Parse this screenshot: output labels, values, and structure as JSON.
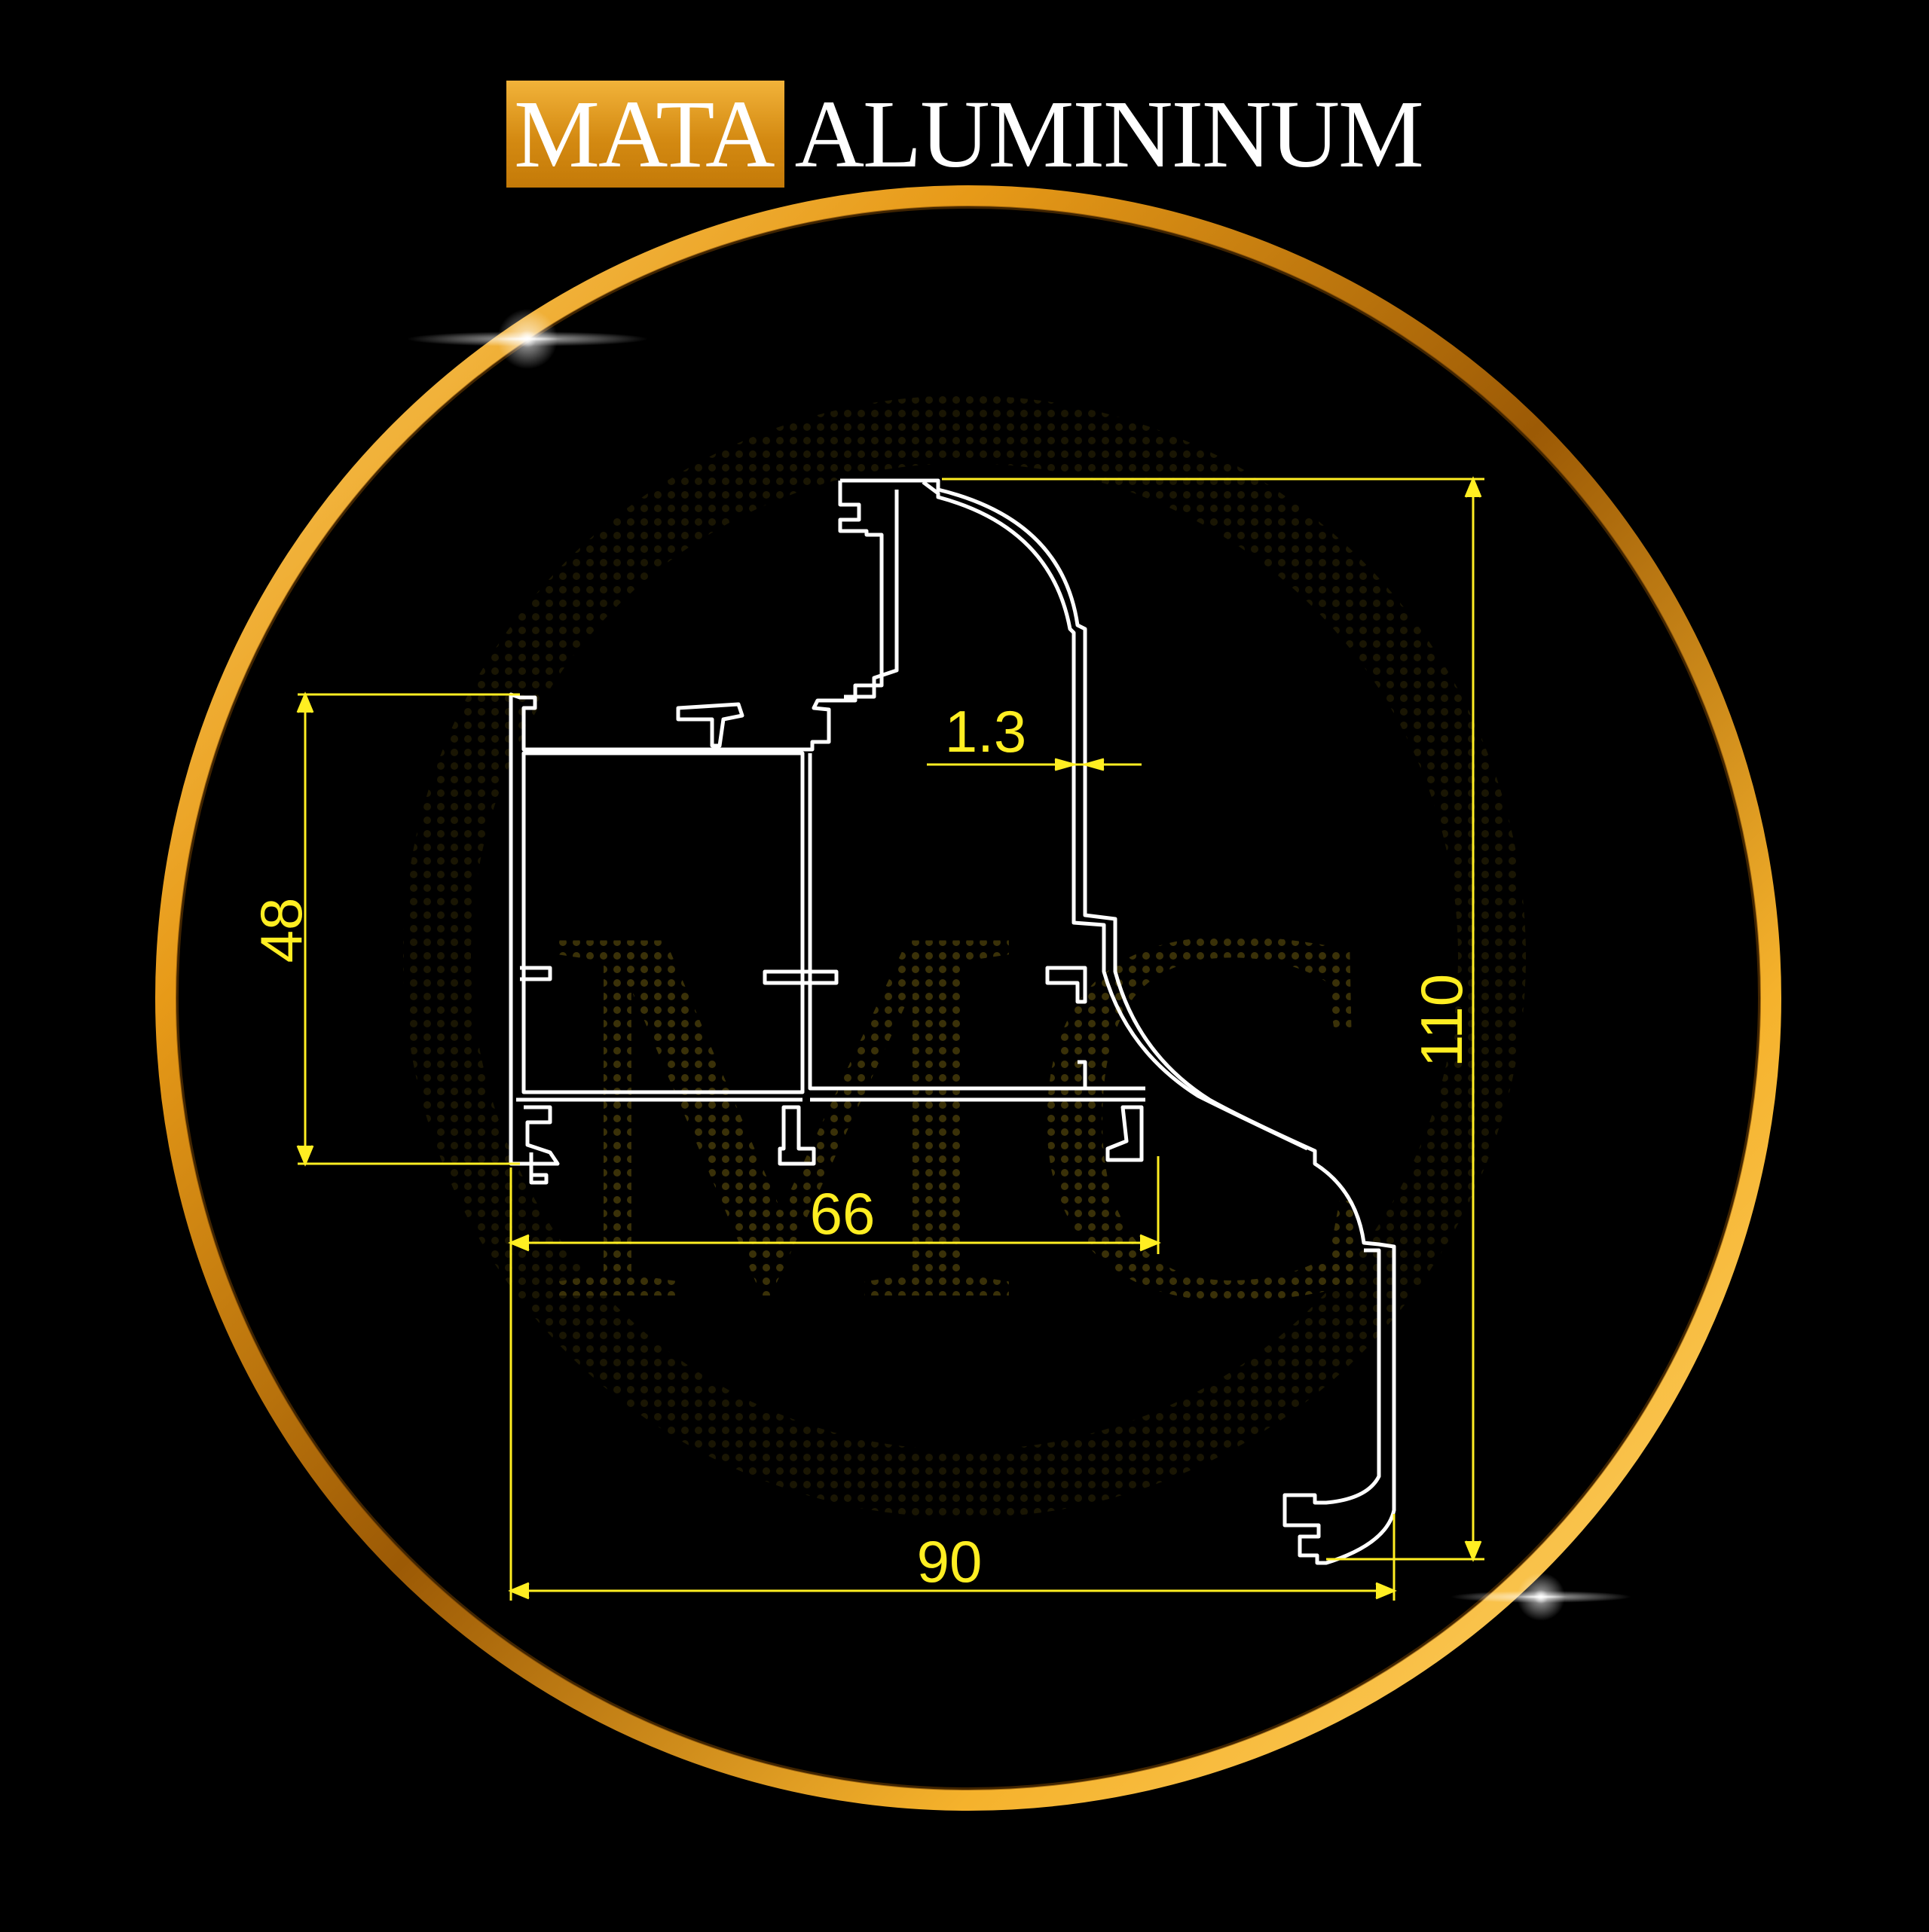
{
  "brand": {
    "highlight": "MATA",
    "rest": "ALUMININUM",
    "highlight_color": "#e09a1e",
    "text_color": "#ffffff"
  },
  "ring_color": "#f0a820",
  "profile_color": "#ffffff",
  "dimension_color": "#ffee22",
  "dimensions": {
    "overall_height": "110",
    "overall_width": "90",
    "left_height": "48",
    "inner_width": "66",
    "wall_thickness": "1.3"
  },
  "watermark": "MC"
}
